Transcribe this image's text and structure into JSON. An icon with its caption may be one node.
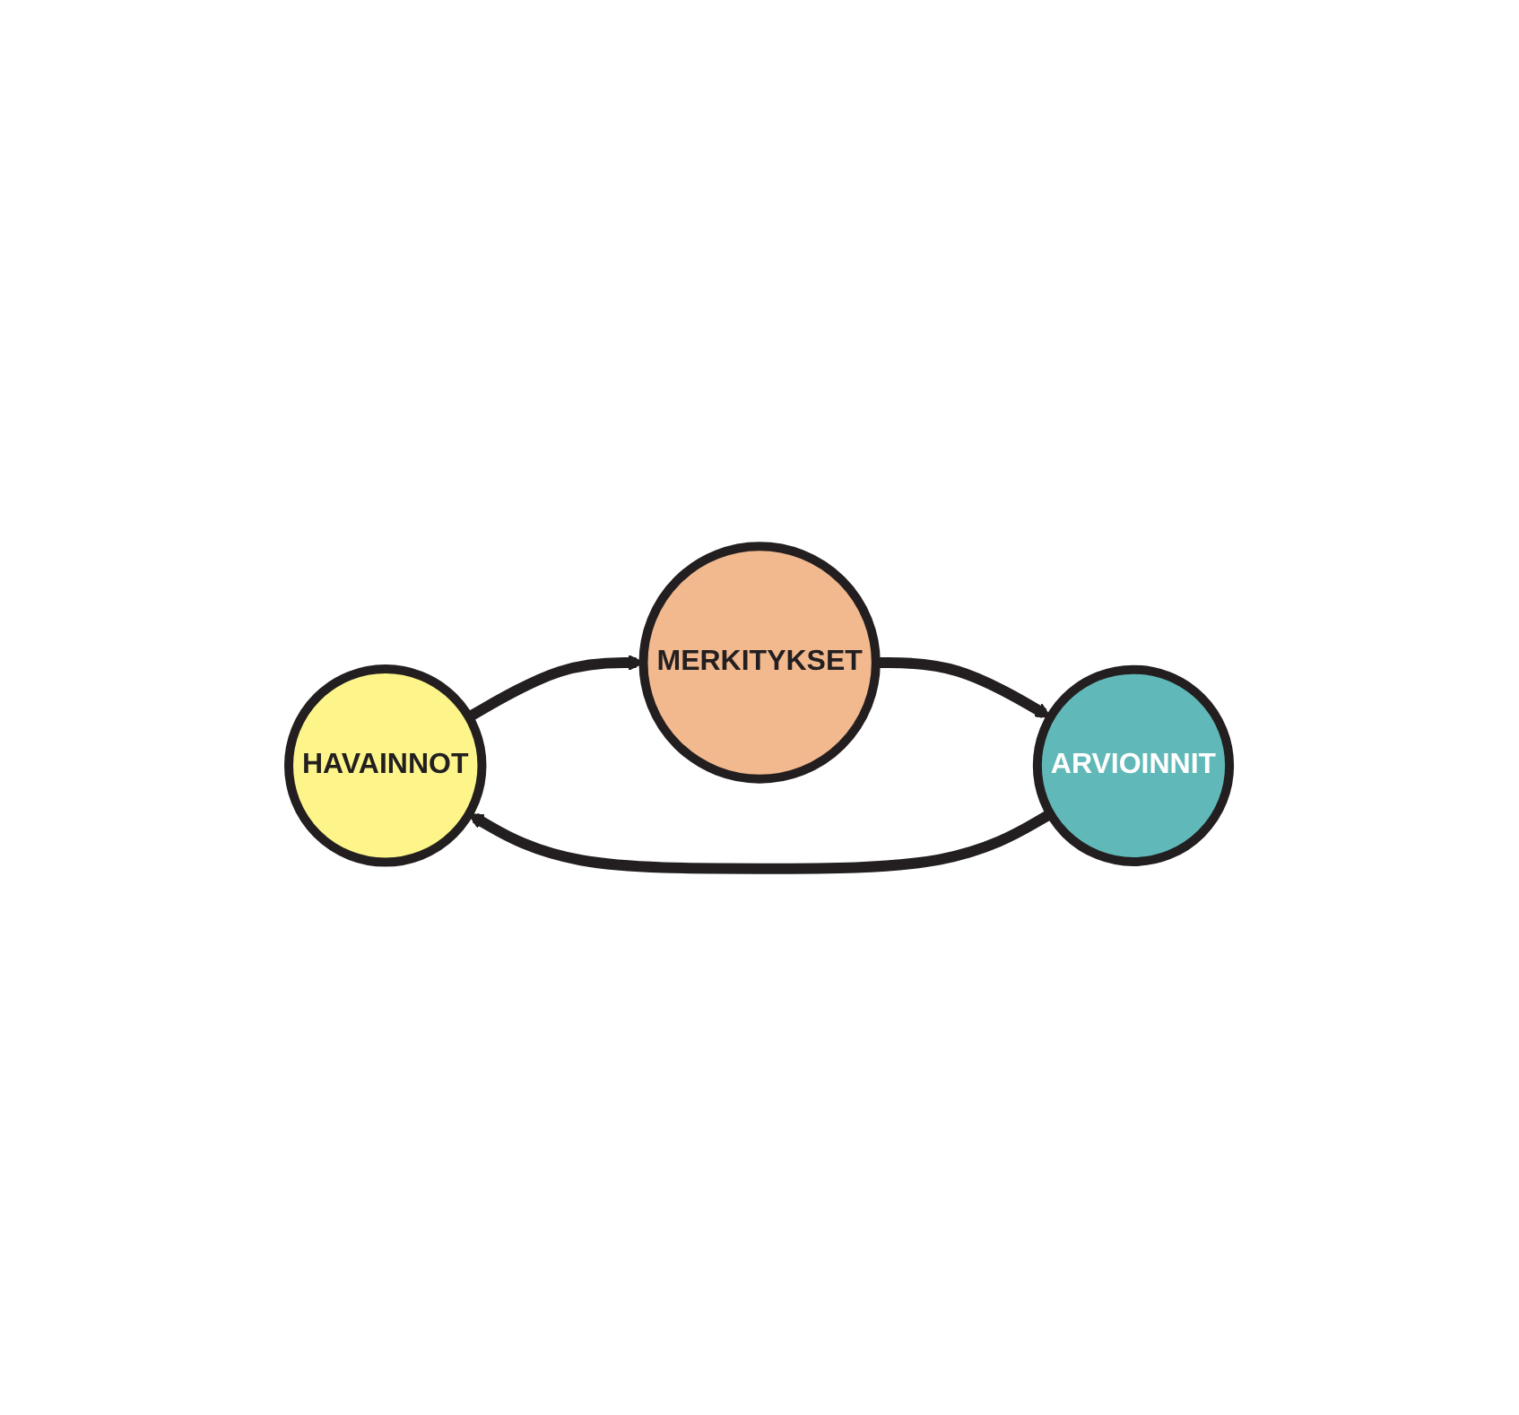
{
  "diagram": {
    "nodes": [
      {
        "text": [
          "HAVAINNOT"
        ]
      },
      {
        "text": [
          "MERKITYKSET"
        ]
      },
      {
        "text": [
          "ARVIOINNIT"
        ]
      }
    ],
    "edges": [
      {
        "from": 0,
        "to": 1,
        "arrow": "to"
      },
      {
        "from": 1,
        "to": 2,
        "arrow": "to"
      },
      {
        "from": 2,
        "to": 0,
        "arrow": "to"
      }
    ]
  }
}
